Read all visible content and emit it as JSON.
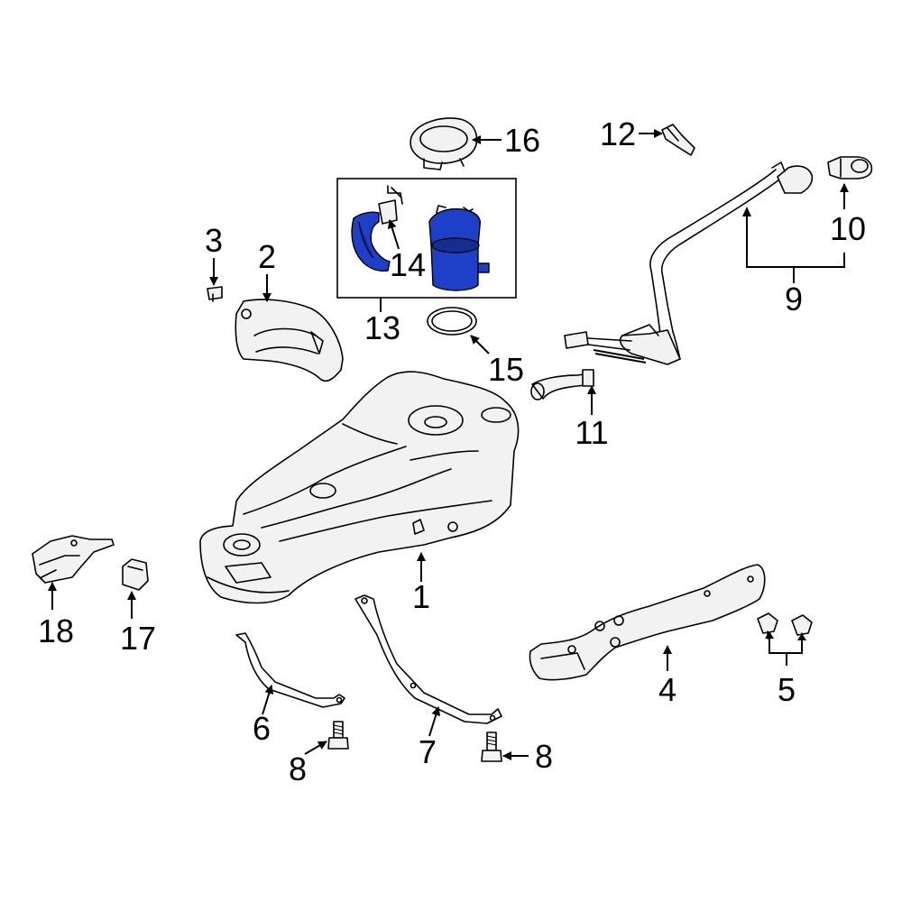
{
  "callouts": {
    "c1": "1",
    "c2": "2",
    "c3": "3",
    "c4": "4",
    "c5": "5",
    "c6": "6",
    "c7": "7",
    "c8a": "8",
    "c8b": "8",
    "c9": "9",
    "c10": "10",
    "c11": "11",
    "c12": "12",
    "c13": "13",
    "c14": "14",
    "c15": "15",
    "c16": "16",
    "c17": "17",
    "c18": "18"
  },
  "colors": {
    "highlight": "#1e40c8",
    "highlight_dark": "#142e8f",
    "line": "#000000",
    "background": "#ffffff"
  }
}
